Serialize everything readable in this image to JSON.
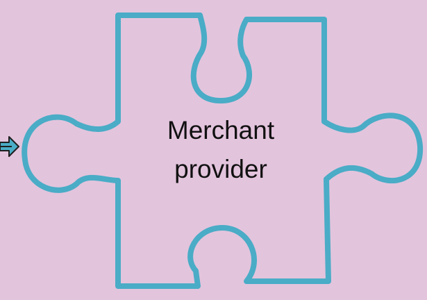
{
  "diagram": {
    "piece": {
      "label_line1": "Merchant",
      "label_line2": "provider"
    },
    "arrow": {
      "direction": "right",
      "icon": "double-arrow-right-icon"
    }
  },
  "colors": {
    "background": "#e3c4dd",
    "piece_outline": "#4aacc6",
    "arrow_fill": "#4aacc6",
    "arrow_outline": "#1f1f1f",
    "text": "#111111"
  }
}
